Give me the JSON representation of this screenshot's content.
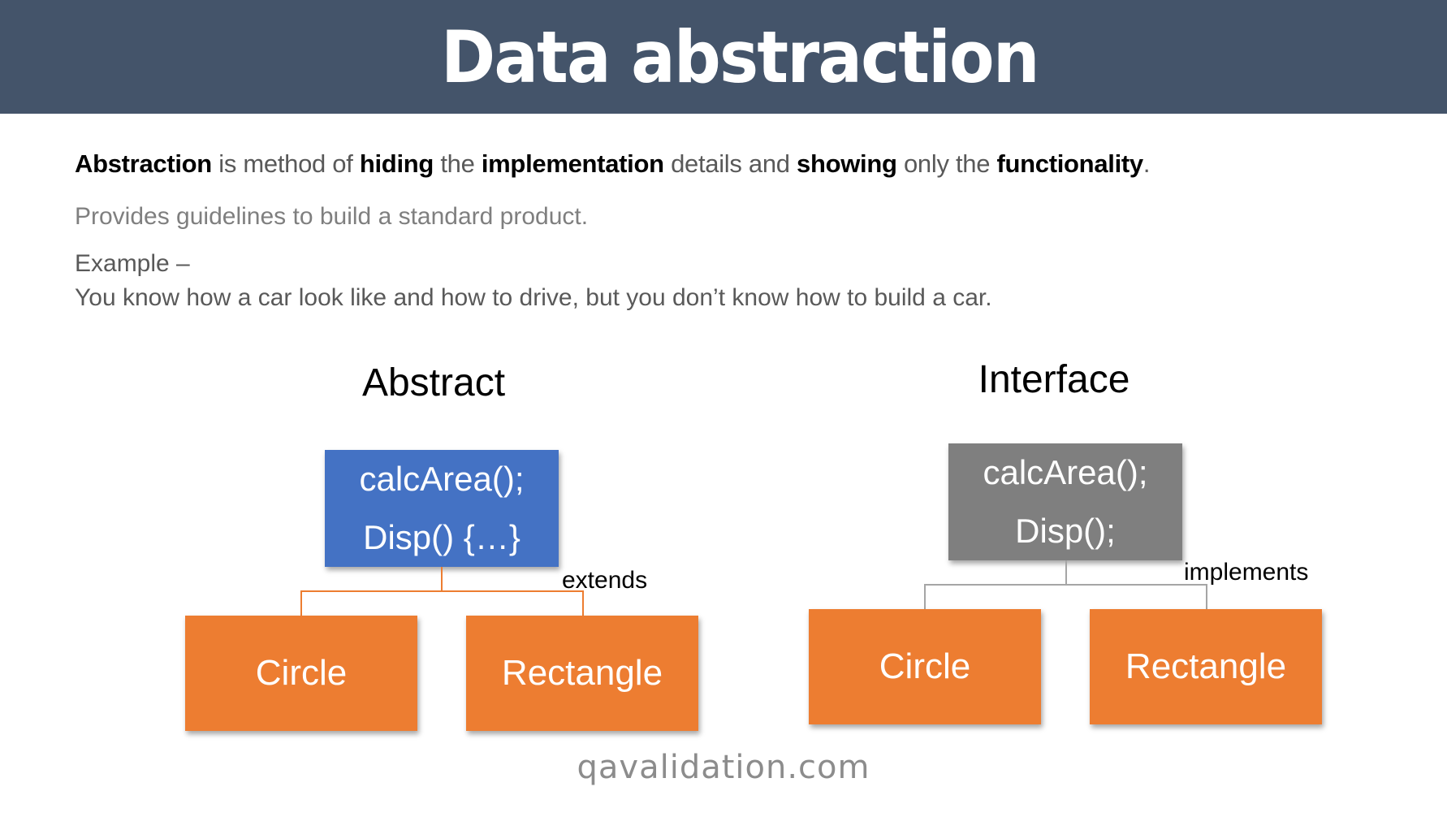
{
  "header": {
    "title": "Data abstraction",
    "background": "#44546a"
  },
  "body": {
    "definition": {
      "parts": [
        {
          "text": "Abstraction",
          "bold": true
        },
        {
          "text": " is method of ",
          "bold": false
        },
        {
          "text": "hiding",
          "bold": true
        },
        {
          "text": " the ",
          "bold": false
        },
        {
          "text": "implementation",
          "bold": true
        },
        {
          "text": " details and ",
          "bold": false
        },
        {
          "text": "showing",
          "bold": true
        },
        {
          "text": " only the ",
          "bold": false
        },
        {
          "text": "functionality",
          "bold": true
        },
        {
          "text": ".",
          "bold": false
        }
      ]
    },
    "guideline": "Provides guidelines to build a standard product.",
    "example_label": "Example –",
    "example_text": "You know how a car look like and how to drive, but you don’t know how to build a car."
  },
  "diagrams": {
    "abstract": {
      "title": "Abstract",
      "parent": {
        "line1": "calcArea();",
        "line2": "Disp() {…}",
        "color": "#4472c4"
      },
      "relation": "extends",
      "connector_color": "#ed7d31",
      "children": [
        {
          "label": "Circle",
          "color": "#ed7d31"
        },
        {
          "label": "Rectangle",
          "color": "#ed7d31"
        }
      ]
    },
    "interface": {
      "title": "Interface",
      "parent": {
        "line1": "calcArea();",
        "line2": "Disp();",
        "color": "#7f7f7f"
      },
      "relation": "implements",
      "connector_color": "#a5a5a5",
      "children": [
        {
          "label": "Circle",
          "color": "#ed7d31"
        },
        {
          "label": "Rectangle",
          "color": "#ed7d31"
        }
      ]
    }
  },
  "footer": {
    "watermark": "qavalidation.com"
  }
}
